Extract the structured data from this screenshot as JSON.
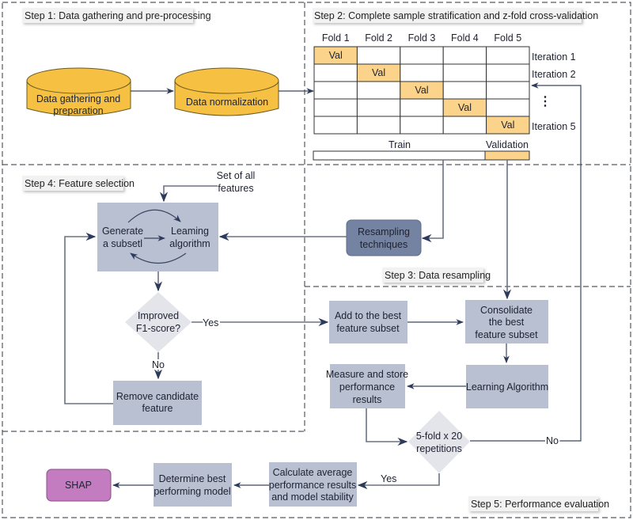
{
  "steps": {
    "step1": "Step 1: Data gathering and pre-processing",
    "step2": "Step 2: Complete sample stratification and z-fold cross-validation",
    "step3": "Step 3: Data resampling",
    "step4": "Step 4: Feature selection",
    "step5": "Step 5: Performance evaluation"
  },
  "step1": {
    "cylinder1": [
      "Data gathering and",
      "preparation"
    ],
    "cylinder2": [
      "Data normalization"
    ]
  },
  "step2": {
    "folds": [
      "Fold 1",
      "Fold 2",
      "Fold 3",
      "Fold 4",
      "Fold 5"
    ],
    "val_label": "Val",
    "val_positions": [
      0,
      1,
      2,
      3,
      4
    ],
    "iterations": [
      "Iteration 1",
      "Iteration 2",
      "",
      "",
      "Iteration 5"
    ],
    "ellipsis": "⋮",
    "train_label": "Train",
    "validation_label": "Validation"
  },
  "step3": {
    "resampling": [
      "Resampling",
      "techniques"
    ]
  },
  "step4": {
    "set_of_all": [
      "Set of all",
      "features"
    ],
    "generate": [
      "Generate",
      "a subsetl"
    ],
    "learning": [
      "Leaming",
      "algorithm"
    ],
    "decision": [
      "Improved",
      "F1-score?"
    ],
    "yes": "Yes",
    "no": "No",
    "remove": [
      "Remove candidate",
      "feature"
    ]
  },
  "step5": {
    "add_best": [
      "Add to the best",
      "feature subset"
    ],
    "consolidate": [
      "Consolidate",
      "the best",
      "feature subset"
    ],
    "learning_algorithm": [
      "Learning Algorithm"
    ],
    "measure": [
      "Measure and store",
      "performance",
      "results"
    ],
    "decision": [
      "5-fold x 20",
      "repetitions"
    ],
    "no": "No",
    "yes": "Yes",
    "calculate": [
      "Calculate average",
      "performance results",
      "and model stability"
    ],
    "determine": [
      "Determine best",
      "performing model"
    ],
    "shap": [
      "SHAP"
    ]
  },
  "colors": {
    "cylinder": "#f6c142",
    "val_cell": "#fbd38a",
    "process_box": "#b9c0d2",
    "resampling_box": "#7583a2",
    "shap_box": "#c47cc0",
    "decision": "#e3e5ea",
    "arrow": "#3a4660"
  }
}
